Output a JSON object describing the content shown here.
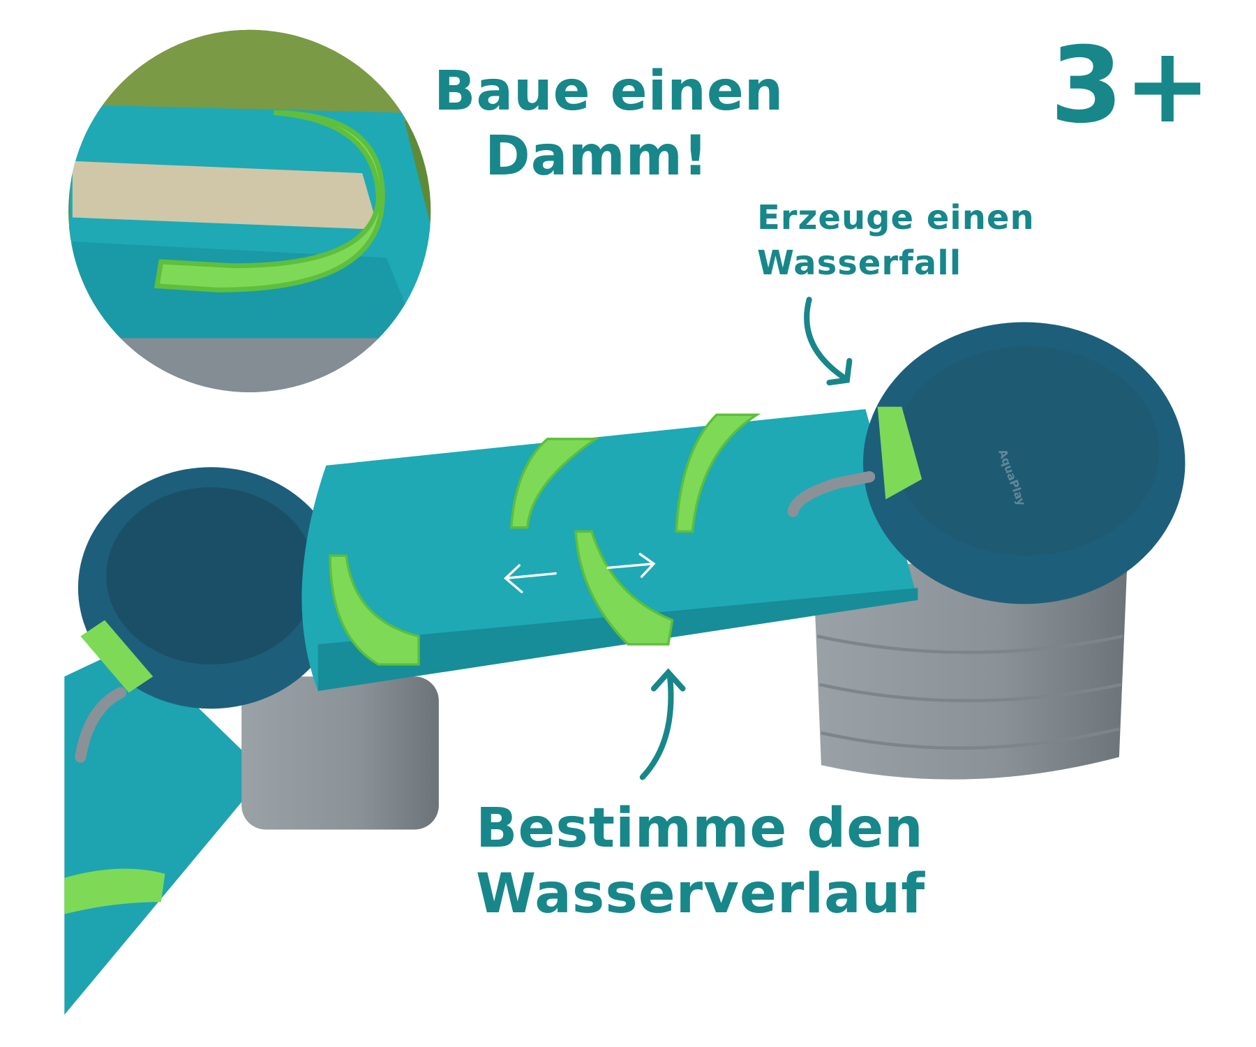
{
  "captions": {
    "dam_line1": "Baue einen",
    "dam_line2": "Damm!",
    "waterfall_line1": "Erzeuge einen",
    "waterfall_line2": "Wasserfall",
    "route_line1": "Bestimme den",
    "route_line2": "Wasserverlauf"
  },
  "age_badge": "3+",
  "brand_on_bowl": "AquaPlay",
  "colors": {
    "text": "#17878a",
    "tray": "#1fa3b0",
    "bowl": "#1d5f7a",
    "dam": "#7ed957",
    "cylinder": "#8f979c",
    "grass": "#6e8f3a"
  }
}
